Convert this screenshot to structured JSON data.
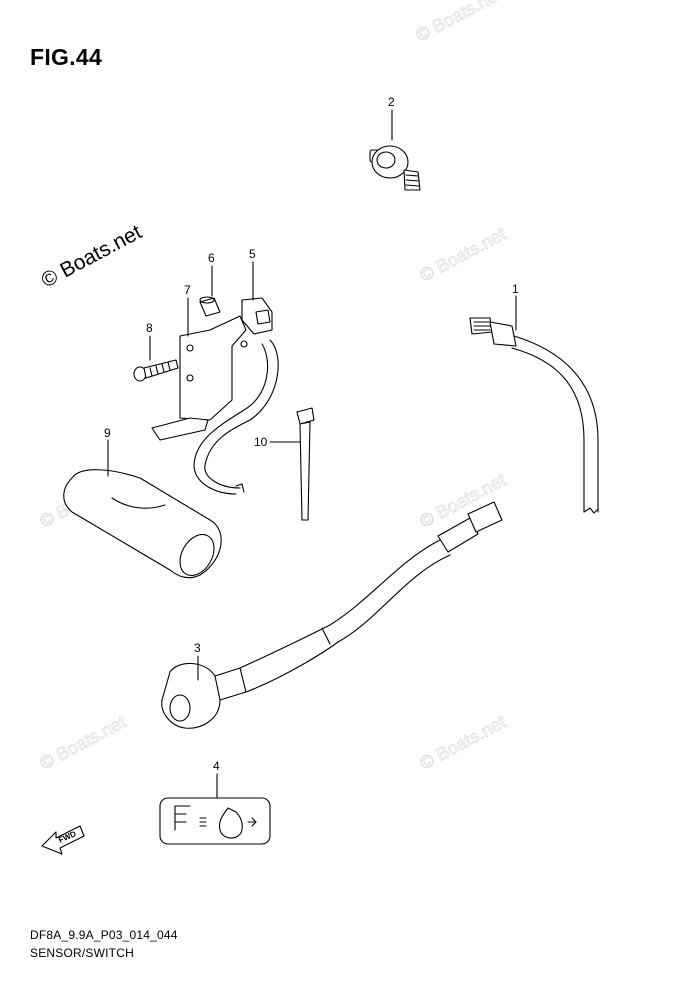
{
  "figure": {
    "title": "FIG.44",
    "code": "DF8A_9.9A_P03_014_044",
    "name": "SENSOR/SWITCH"
  },
  "watermark": {
    "main_text": "© Boats.net",
    "faint_text": "© Boats.net"
  },
  "callouts": {
    "c1": "1",
    "c2": "2",
    "c3": "3",
    "c4": "4",
    "c5": "5",
    "c6": "6",
    "c7": "7",
    "c8": "8",
    "c9": "9",
    "c10": "10"
  },
  "direction_marker": {
    "label": "FWD",
    "icon": "fwd-arrow-icon"
  },
  "colors": {
    "line": "#000000",
    "background": "#ffffff",
    "watermark": "#d6d6d6"
  }
}
